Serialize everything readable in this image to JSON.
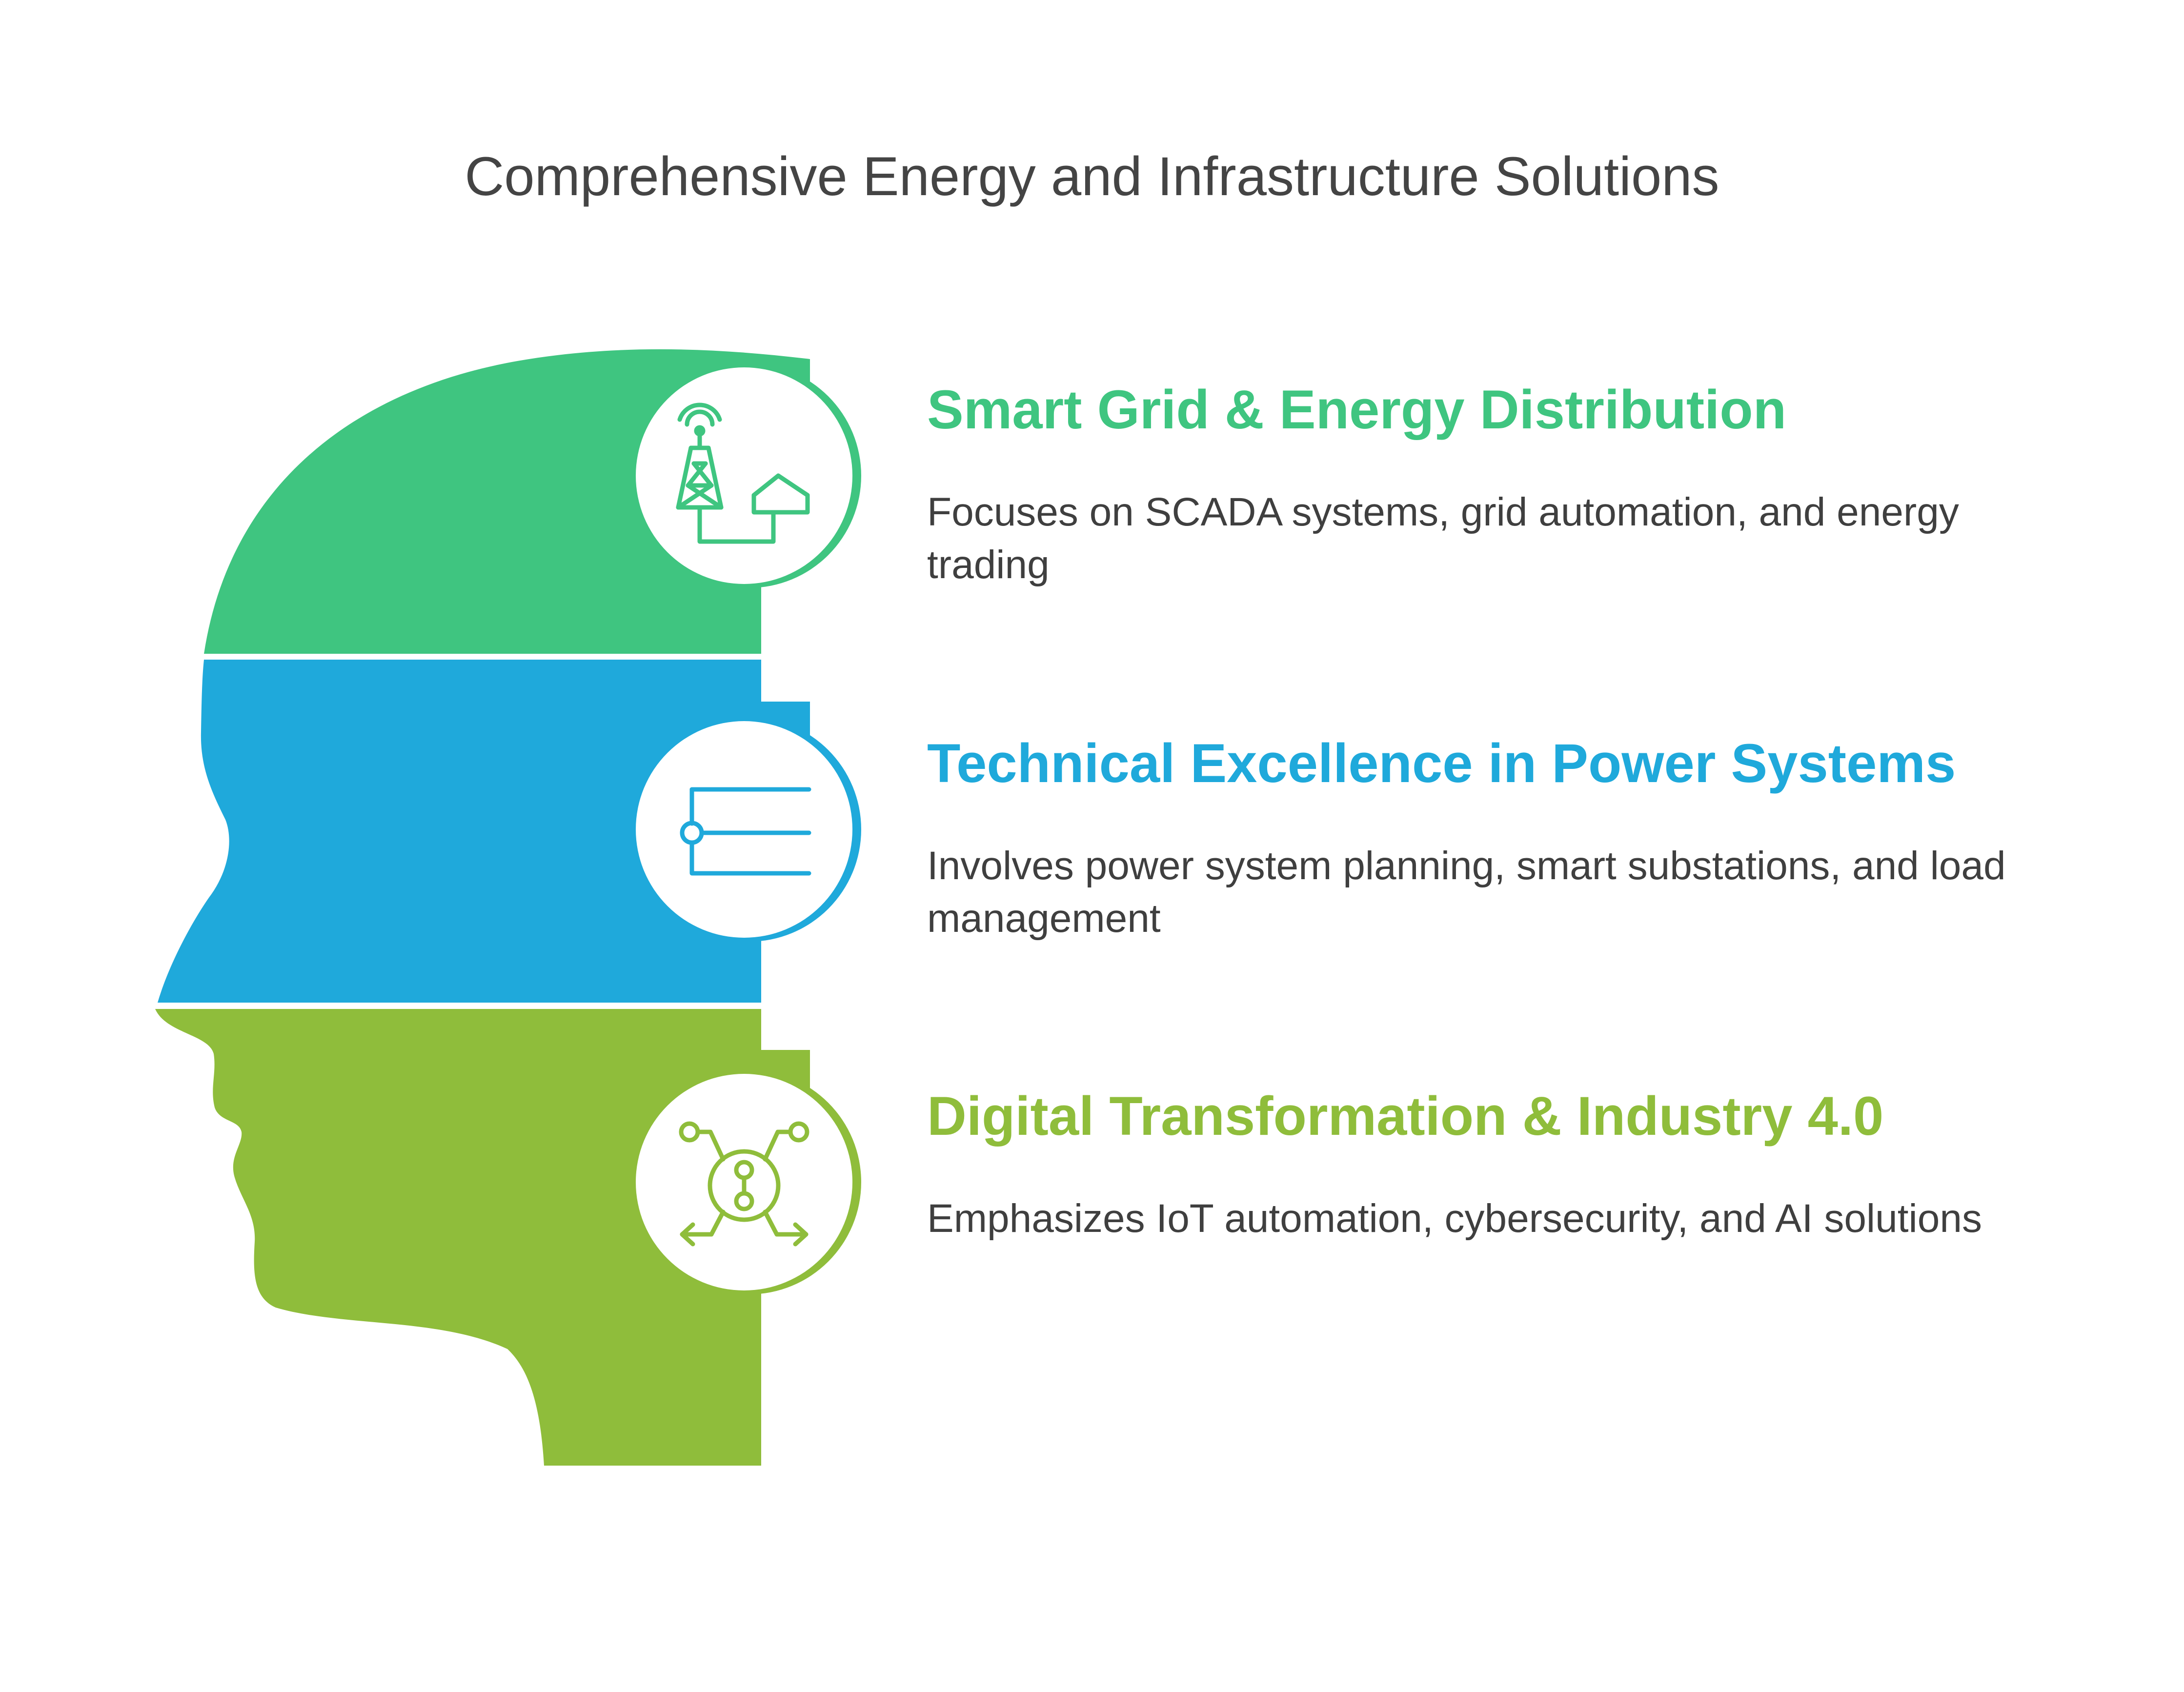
{
  "title": "Comprehensive Energy and Infrastructure Solutions",
  "colors": {
    "green": "#3FC580",
    "blue": "#1FA9DB",
    "lime": "#8FBD3B",
    "title_text": "#444444",
    "body_text": "#3f3f3f"
  },
  "sections": [
    {
      "heading": "Smart Grid & Energy Distribution",
      "description": "Focuses on SCADA systems, grid automation, and energy trading",
      "icon": "tower-house-icon",
      "color": "#3FC580"
    },
    {
      "heading": "Technical Excellence in Power Systems",
      "description": "Involves power system planning, smart substations, and load management",
      "icon": "list-lines-icon",
      "color": "#1FA9DB"
    },
    {
      "heading": "Digital Transformation & Industry 4.0",
      "description": "Emphasizes IoT automation, cybersecurity, and AI solutions",
      "icon": "network-hub-icon",
      "color": "#8FBD3B"
    }
  ]
}
